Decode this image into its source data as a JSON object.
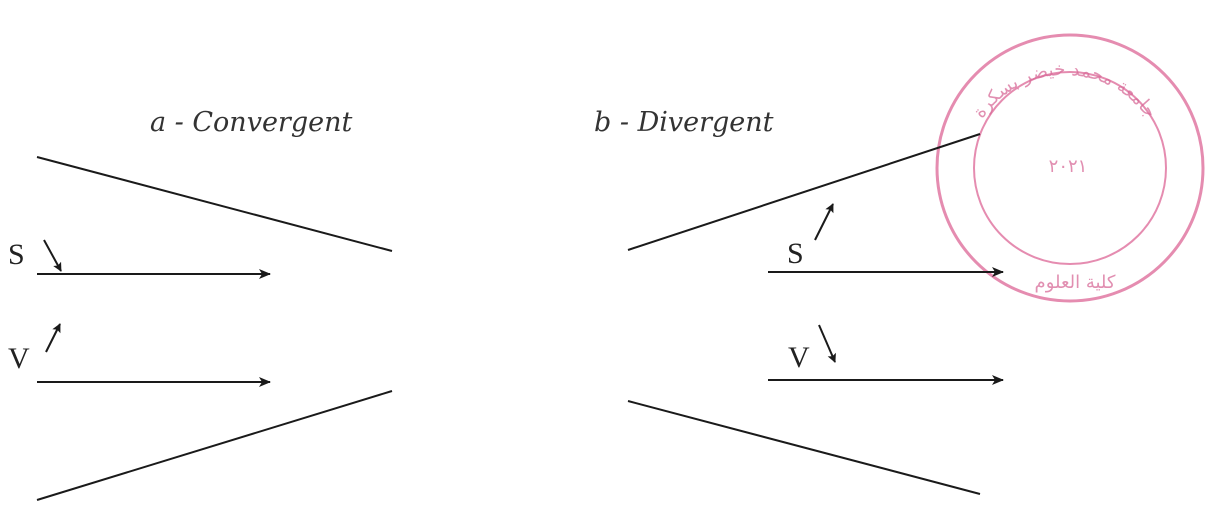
{
  "diagram": {
    "convergent": {
      "title": "a - Convergent",
      "labels": {
        "s": "S",
        "v": "V"
      }
    },
    "divergent": {
      "title": "b - Divergent",
      "labels": {
        "s": "S",
        "v": "V"
      }
    }
  },
  "stamp": {
    "text_top": "جامعة محمد خيضر بسكرة",
    "text_center": "٢٠٢١",
    "text_bottom": "كلية العلوم"
  },
  "colors": {
    "line": "#1a1a1a",
    "text": "#333333",
    "stamp": "#e58cb0"
  }
}
